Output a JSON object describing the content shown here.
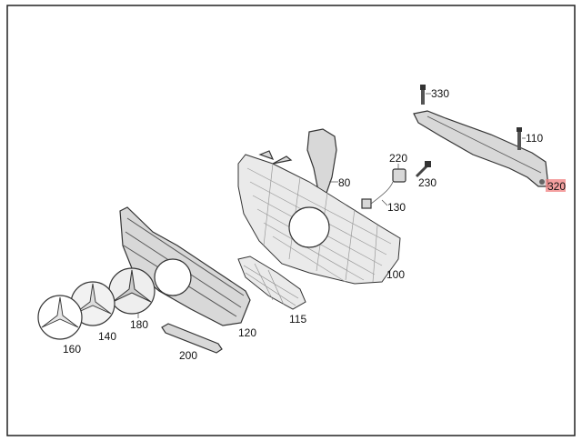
{
  "diagram": {
    "parts": [
      {
        "id": "330",
        "label": "330",
        "name": "bolt"
      },
      {
        "id": "110",
        "label": "110",
        "name": "bolt"
      },
      {
        "id": "320",
        "label": "320",
        "name": "carrier-bracket"
      },
      {
        "id": "220",
        "label": "220",
        "name": "connector"
      },
      {
        "id": "230",
        "label": "230",
        "name": "screw"
      },
      {
        "id": "80",
        "label": "80",
        "name": "bracket"
      },
      {
        "id": "130",
        "label": "130",
        "name": "sensor"
      },
      {
        "id": "100",
        "label": "100",
        "name": "grille"
      },
      {
        "id": "115",
        "label": "115",
        "name": "mesh-insert"
      },
      {
        "id": "120",
        "label": "120",
        "name": "louver-frame"
      },
      {
        "id": "180",
        "label": "180",
        "name": "emblem"
      },
      {
        "id": "140",
        "label": "140",
        "name": "emblem-ring"
      },
      {
        "id": "160",
        "label": "160",
        "name": "star"
      },
      {
        "id": "200",
        "label": "200",
        "name": "trim-strip"
      }
    ],
    "highlight_part": "320",
    "highlight_color": "#f08080"
  }
}
